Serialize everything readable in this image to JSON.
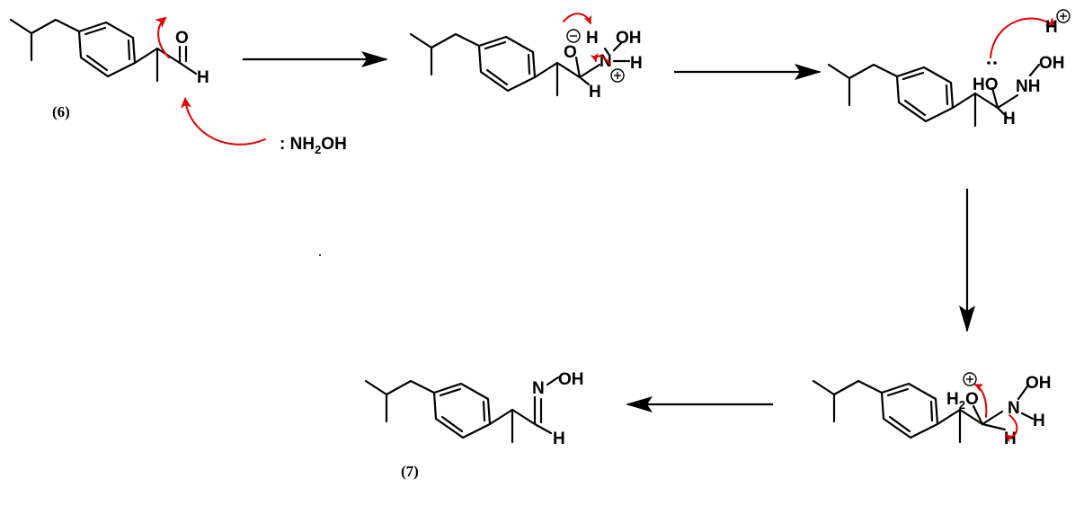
{
  "compound_labels": {
    "start": "(6)",
    "product": "(7)"
  },
  "reagent": {
    "prefix": ": NH",
    "sub": "2",
    "suffix": "OH"
  },
  "atoms": {
    "O": "O",
    "H": "H",
    "N": "N",
    "NH": "NH",
    "OH": "OH",
    "HO": "HO",
    "H2O_main": "H",
    "H2O_sub": "2",
    "H2O_end": "O"
  },
  "colors": {
    "bonds": "#000000",
    "electron_arrows": "#e00000"
  }
}
